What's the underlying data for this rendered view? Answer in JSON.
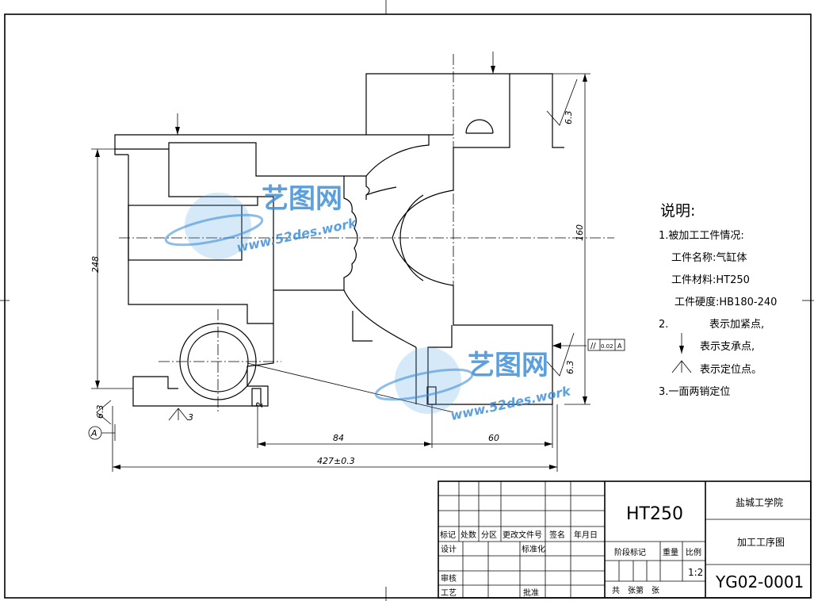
{
  "drawing": {
    "dimensions": {
      "d248": "248",
      "d160": "160",
      "d84": "84",
      "d60": "60",
      "d427": "427±0.3"
    },
    "roughness": {
      "r1": "6.3",
      "r2": "6.3",
      "r3": "6.3"
    },
    "datum_label": "A",
    "tolerance": {
      "symbol": "//",
      "value": "0.02",
      "datum": "A"
    },
    "locator_count": "3",
    "locator_count_small": "2"
  },
  "notes": {
    "heading": "说明:",
    "line1": "1.被加工工件情况:",
    "line2": "工件名称:气缸体",
    "line3": "工件材料:HT250",
    "line4": "工件硬度:HB180-240",
    "line5_num": "2.",
    "line5": "表示加紧点,",
    "line6": "表示支承点,",
    "line7": "表示定位点。",
    "line8": "3.一面两销定位"
  },
  "title_block": {
    "material": "HT250",
    "school": "盐城工学院",
    "drawing_name": "加工工序图",
    "code": "YG02-0001",
    "scale_label": "比例",
    "scale": "1:2",
    "stage_label": "阶段标记",
    "weight_label": "重量",
    "header_cols": [
      "标记",
      "处数",
      "分区",
      "更改文件号",
      "签名",
      "年月日"
    ],
    "design": "设计",
    "standardize": "标准化",
    "review": "审核",
    "process": "工艺",
    "approve": "批准",
    "sheets": "共　张第　张"
  },
  "watermark": {
    "brand": "艺图网",
    "url": "www.52des.work"
  }
}
